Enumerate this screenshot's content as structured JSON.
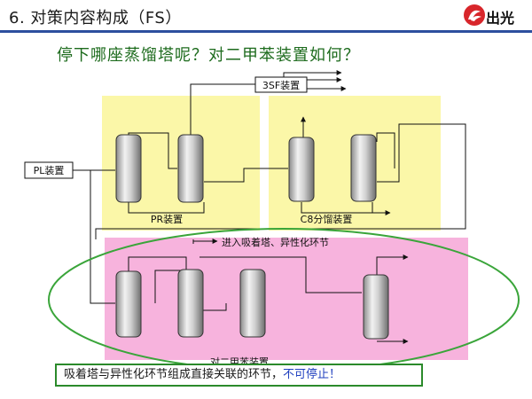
{
  "header": {
    "title": "6. 对策内容构成（FS）",
    "logo_text": "出光"
  },
  "subtitle": "停下哪座蒸馏塔呢？对二甲苯装置如何？",
  "diagram": {
    "labels": {
      "sf3_unit": "3SF装置",
      "pl_unit": "PL装置",
      "pr_unit": "PR装置",
      "c8_unit": "C8分馏装置",
      "to_adsorption": "进入吸着塔、异性化环节",
      "px_unit": "对二甲苯装置"
    },
    "colors": {
      "yellow_zone": "#fbf7a8",
      "pink_zone": "#f7b3dd",
      "ellipse": "#3aa53a",
      "line": "#111111"
    }
  },
  "note": {
    "main": "吸着塔与异性化环节组成直接关联的环节，",
    "stop": "不可停止！"
  }
}
